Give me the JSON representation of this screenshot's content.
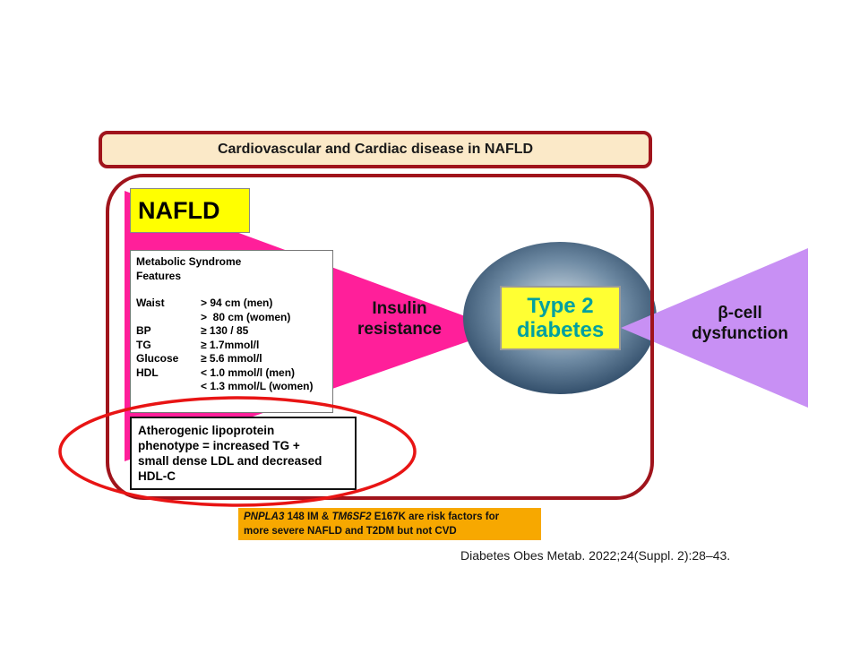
{
  "title": "Cardiovascular and Cardiac disease in NAFLD",
  "nafld_label": "NAFLD",
  "metabolic_syndrome": {
    "heading_line1": "Metabolic Syndrome",
    "heading_line2": "Features",
    "rows": [
      {
        "label": "Waist",
        "value": "> 94 cm (men)"
      },
      {
        "label": "",
        "value": ">  80 cm (women)"
      },
      {
        "label": "BP",
        "value": "≥ 130 / 85"
      },
      {
        "label": "TG",
        "value": "≥ 1.7mmol/l"
      },
      {
        "label": "Glucose",
        "value": "≥ 5.6 mmol/l"
      },
      {
        "label": "HDL",
        "value": "< 1.0 mmol/l (men)"
      },
      {
        "label": "",
        "value": "< 1.3 mmol/L (women)"
      }
    ]
  },
  "atherogenic": {
    "lines": [
      "Atherogenic lipoprotein",
      "phenotype = increased TG +",
      "small dense LDL and decreased",
      "HDL-C"
    ]
  },
  "insulin_resistance": {
    "line1": "Insulin",
    "line2": "resistance"
  },
  "type2_diabetes": {
    "line1": "Type 2",
    "line2": "diabetes"
  },
  "beta_cell": {
    "line1": "β-cell",
    "line2": "dysfunction"
  },
  "risk_note": {
    "gene1": "PNPLA3",
    "part1": " 148 IM & ",
    "gene2": "TM6SF2",
    "part2": " E167K are risk factors for",
    "line2": "more severe NAFLD and T2DM but not CVD"
  },
  "citation": "Diabetes Obes Metab. 2022;24(Suppl. 2):28–43.",
  "colors": {
    "frame_red": "#a0141c",
    "title_fill": "#fbe9c8",
    "magenta": "#ff1f9a",
    "purple": "#c890f4",
    "type2_text": "#00a0a0",
    "highlight_yellow": "#ffff00",
    "note_orange": "#f7a800",
    "annotation_ellipse": "#e81414"
  }
}
